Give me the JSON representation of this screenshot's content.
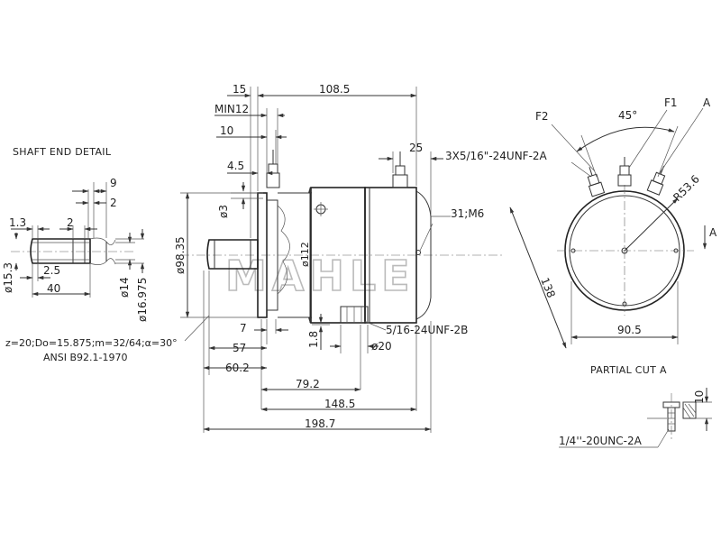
{
  "watermark": "MAHLE",
  "labels": {
    "shaft_end_detail": "SHAFT END DETAIL",
    "spline_spec": "z=20;Do=15.875;m=32/64;α=30°",
    "ansi": "ANSI B92.1-1970",
    "partial_cut": "PARTIAL CUT A",
    "terminal_thread": "3X5/16\"-24UNF-2A",
    "mount_thread": "31;M6",
    "base_thread": "5/16-24UNF-2B",
    "cut_thread": "1/4''-20UNC-2A",
    "f1": "F1",
    "f2": "F2",
    "a_top": "A",
    "a_right": "A"
  },
  "dimensions": {
    "d15": "15",
    "d108_5": "108.5",
    "min12": "MIN12",
    "d10": "10",
    "d25": "25",
    "d4_5": "4.5",
    "d_phi3": "ø3",
    "d_phi98_35": "ø98.35",
    "d_phi112": "ø112",
    "d7": "7",
    "d57": "57",
    "d60_2": "60.2",
    "d79_2": "79.2",
    "d148_5": "148.5",
    "d198_7": "198.7",
    "d1_8": "1.8",
    "d_phi20": "ø20",
    "s9": "9",
    "s2a": "2",
    "s1_3": "1.3",
    "s2b": "2",
    "s2_5": "2.5",
    "s40": "40",
    "s_phi15_3": "ø15.3",
    "s_phi14": "ø14",
    "s_phi16_975": "ø16.975",
    "angle45": "45°",
    "r53_6": "R53.6",
    "d138": "138",
    "d90_5": "90.5",
    "c10": "10"
  }
}
